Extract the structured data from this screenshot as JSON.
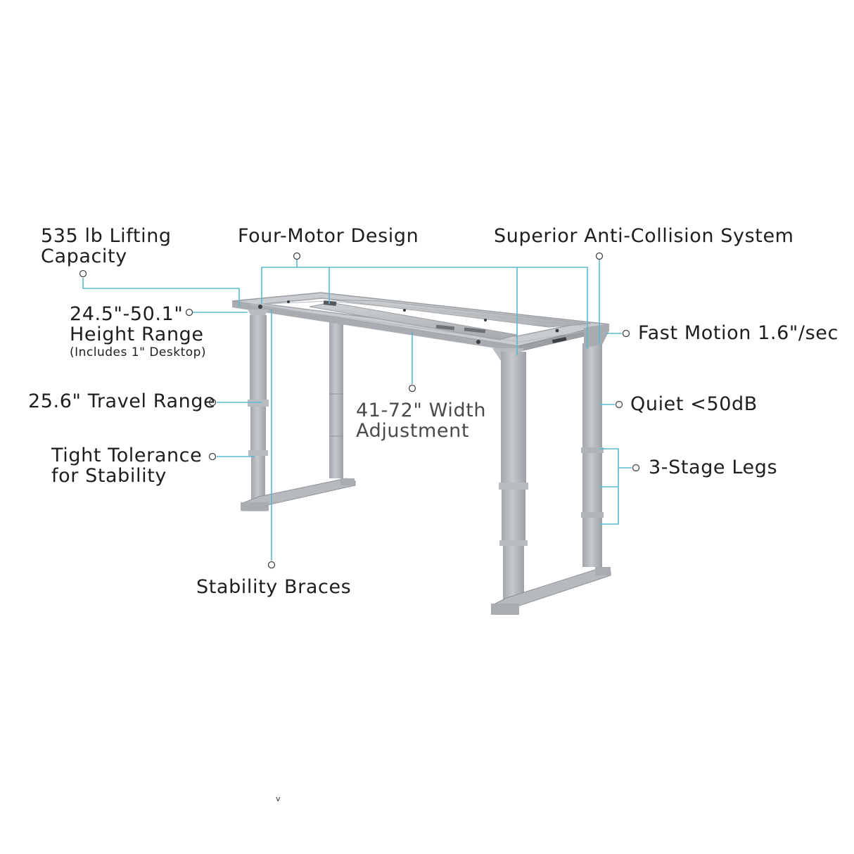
{
  "callouts": {
    "lifting_capacity": {
      "line1": "535 lb Lifting",
      "line2": "Capacity"
    },
    "four_motor": "Four-Motor Design",
    "anti_collision": "Superior Anti-Collision System",
    "height_range": {
      "line1": "24.5\"-50.1\"",
      "line2": "Height Range",
      "note": "(Includes 1\" Desktop)"
    },
    "fast_motion": "Fast Motion 1.6\"/sec",
    "travel_range": "25.6\" Travel Range",
    "width_adjustment": {
      "line1": "41-72\" Width",
      "line2": "Adjustment"
    },
    "quiet": "Quiet <50dB",
    "tight_tolerance": {
      "line1": "Tight Tolerance",
      "line2": "for Stability"
    },
    "three_stage": "3-Stage Legs",
    "stability_braces": "Stability Braces"
  },
  "stray_mark": "v",
  "colors": {
    "frame": "#b4b8bc",
    "frame_dark": "#8f9397",
    "frame_light": "#d3d6d9",
    "leader": "#5bb8d4",
    "text": "#1e1e1e"
  },
  "icons": [
    "callout-dot-icon"
  ]
}
